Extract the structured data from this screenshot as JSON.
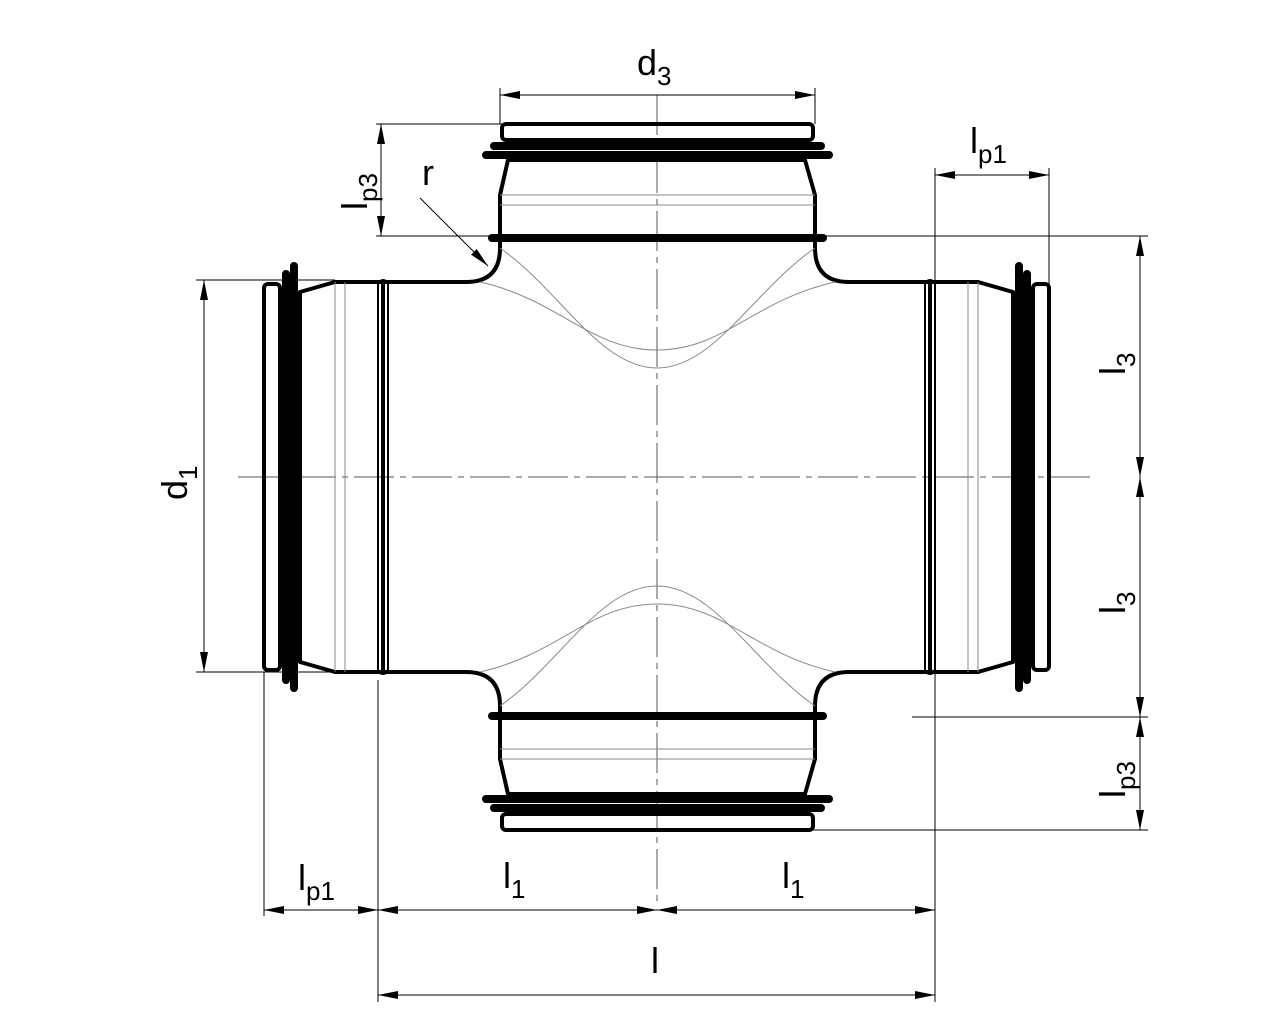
{
  "labels": {
    "d3": {
      "main": "d",
      "sub": "3"
    },
    "lp3_top": {
      "main": "l",
      "sub": "p3"
    },
    "r": {
      "main": "r"
    },
    "lp1_top": {
      "main": "l",
      "sub": "p1"
    },
    "d1": {
      "main": "d",
      "sub": "1"
    },
    "l3_upper": {
      "main": "l",
      "sub": "3"
    },
    "l3_lower": {
      "main": "l",
      "sub": "3"
    },
    "lp3_bottom": {
      "main": "l",
      "sub": "p3"
    },
    "lp1_bottom": {
      "main": "l",
      "sub": "p1"
    },
    "l1_left": {
      "main": "l",
      "sub": "1"
    },
    "l1_right": {
      "main": "l",
      "sub": "1"
    },
    "l_total": {
      "main": "l"
    }
  }
}
